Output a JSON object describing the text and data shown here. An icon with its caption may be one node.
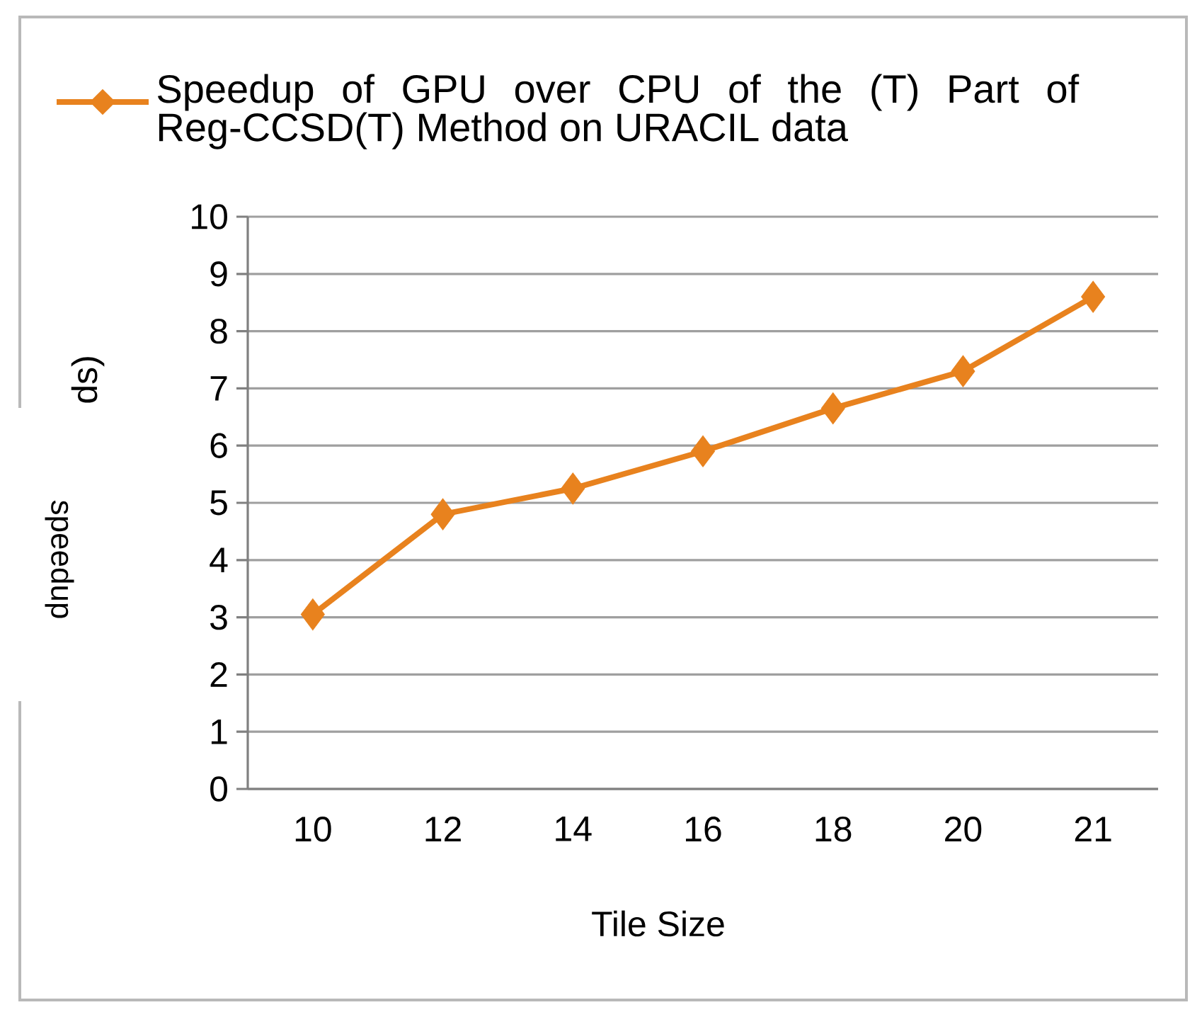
{
  "diagram": {
    "labels": [
      "ds)"
    ],
    "chart_data": {
      "type": "line",
      "xlabel": "Tile Size",
      "ylabel": "speedup",
      "categories": [
        "10",
        "12",
        "14",
        "16",
        "18",
        "20",
        "21"
      ],
      "series": [
        {
          "name": "Speedup of GPU over CPU of the (T) Part of Reg-CCSD(T) Method on URACIL data",
          "color": "#e8821e",
          "marker": "diamond",
          "values": [
            3.05,
            4.8,
            5.25,
            5.9,
            6.65,
            7.3,
            8.6
          ]
        }
      ],
      "grid": true,
      "ylim": [
        0,
        10
      ],
      "yticks": [
        0,
        1,
        2,
        3,
        4,
        5,
        6,
        7,
        8,
        9,
        10
      ]
    }
  }
}
